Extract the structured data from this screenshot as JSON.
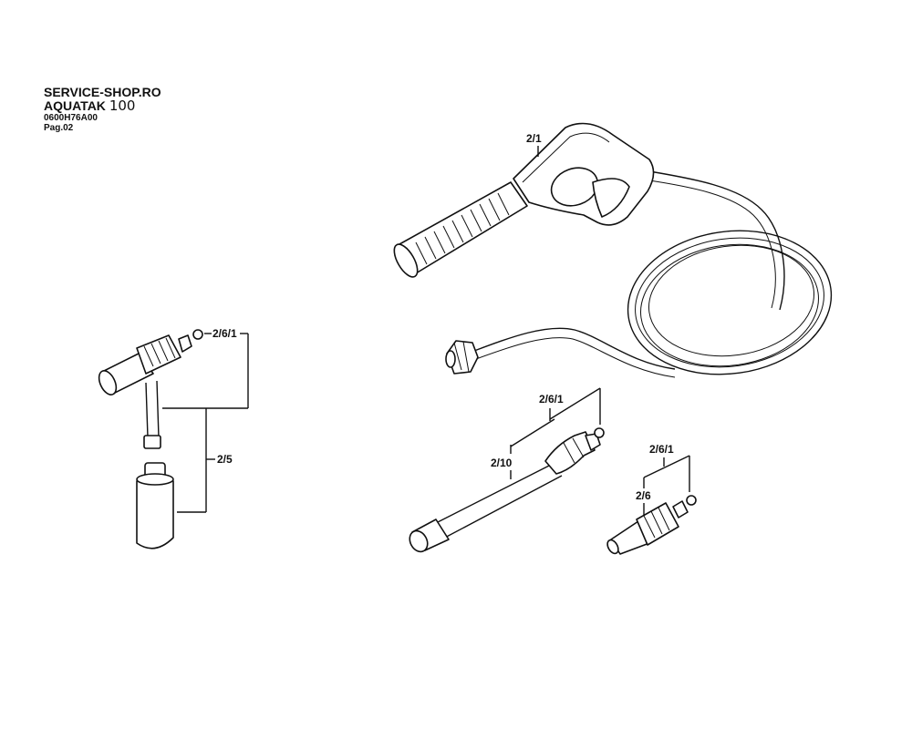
{
  "header": {
    "shop": "SERVICE-SHOP.RO",
    "model_name": "AQUATAK",
    "model_number": "100",
    "code": "0600H76A00",
    "page": "Pag.02"
  },
  "callouts": {
    "gun": "2/1",
    "foam_oring": "2/6/1",
    "foam_set": "2/5",
    "lance_oring": "2/6/1",
    "lance": "2/10",
    "nozzle_oring": "2/6/1",
    "nozzle": "2/6"
  }
}
